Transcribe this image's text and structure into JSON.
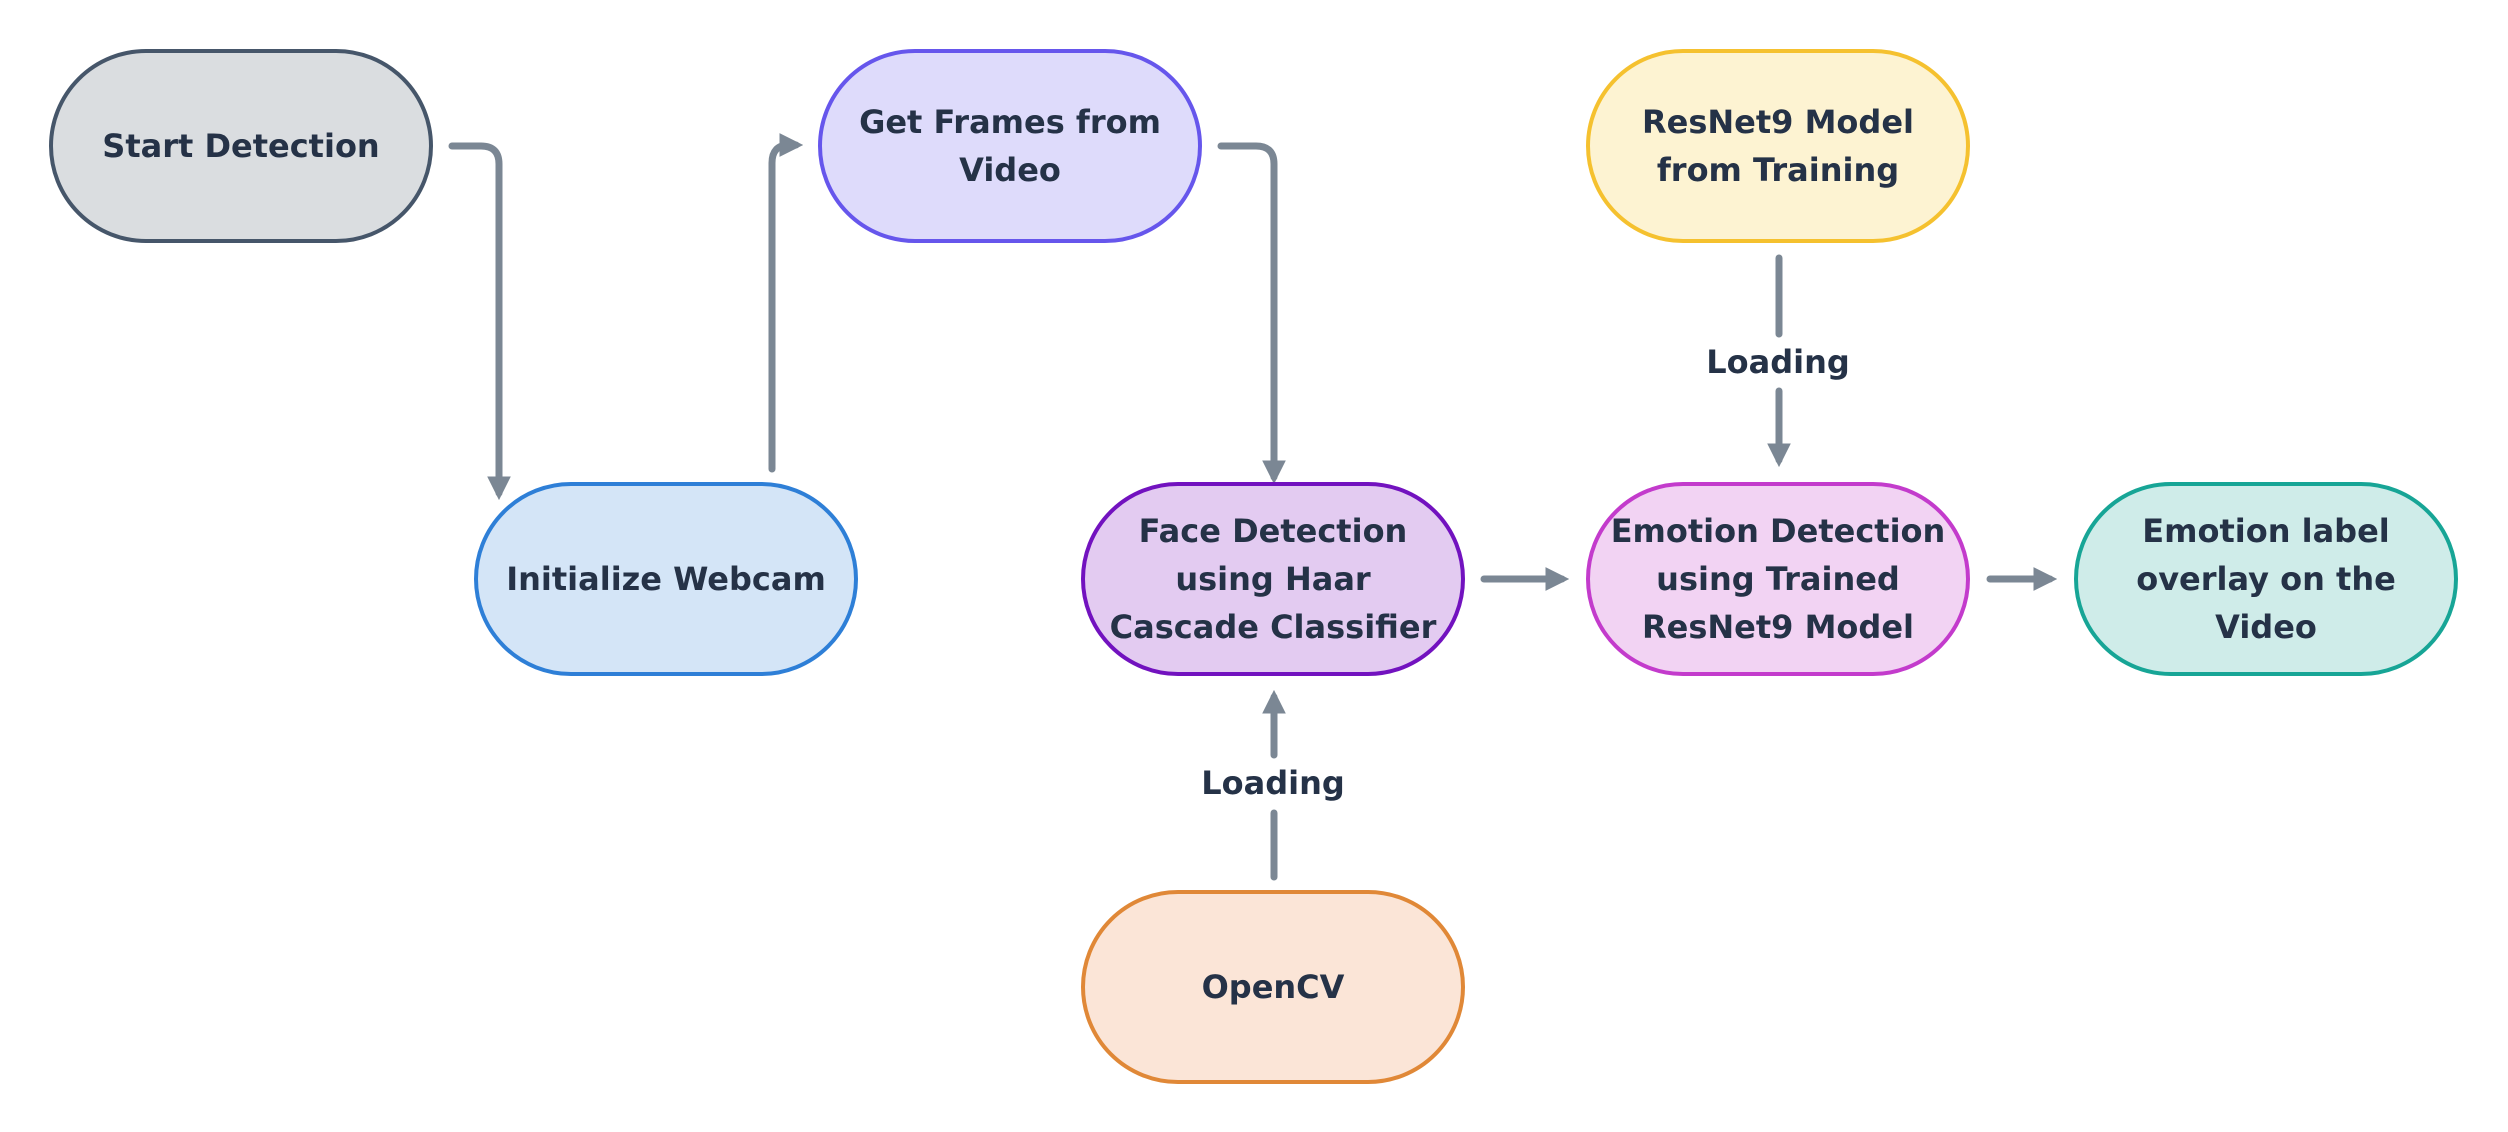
{
  "nodes": {
    "start": "Start Detection",
    "webcam": "Initialize Webcam",
    "frames": "Get Frames from Video",
    "resnet": "ResNet9 Model from Training",
    "face": "Face Detection using Haar Cascade Classifier",
    "emotion": "Emotion Detection using Trained ResNet9 Model",
    "overlay": "Emotion label overlay on the Video",
    "opencv": "OpenCV"
  },
  "edge_labels": {
    "resnet_to_emotion": "Loading",
    "opencv_to_face": "Loading"
  },
  "colors": {
    "connector": "#7b8794",
    "text": "#253247"
  }
}
